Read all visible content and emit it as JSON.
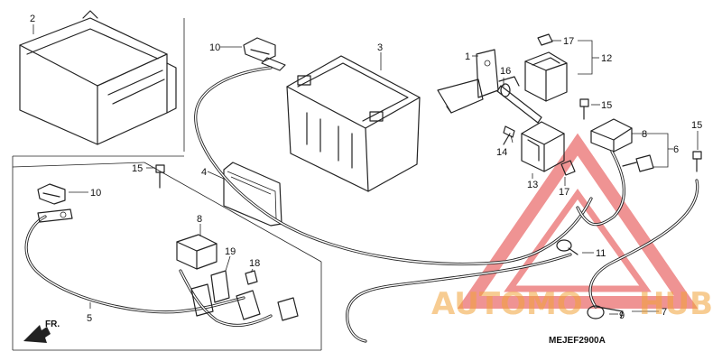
{
  "labels": {
    "l1": "1",
    "l2": "2",
    "l3": "3",
    "l4": "4",
    "l5": "5",
    "l6": "6",
    "l7": "7",
    "l8a": "8",
    "l8b": "8",
    "l9": "9",
    "l10a": "10",
    "l10b": "10",
    "l11": "11",
    "l12": "12",
    "l13": "13",
    "l14": "14",
    "l15a": "15",
    "l15b": "15",
    "l15c": "15",
    "l16": "16",
    "l17a": "17",
    "l17b": "17",
    "l18": "18",
    "l19": "19"
  },
  "direction_label": "FR.",
  "diagram_code": "MEJEF2900A",
  "watermark": {
    "text_left": "AUTOMO",
    "text_right": "HUB",
    "color_red": "#e23b3b",
    "color_orange": "#f2a33a"
  }
}
